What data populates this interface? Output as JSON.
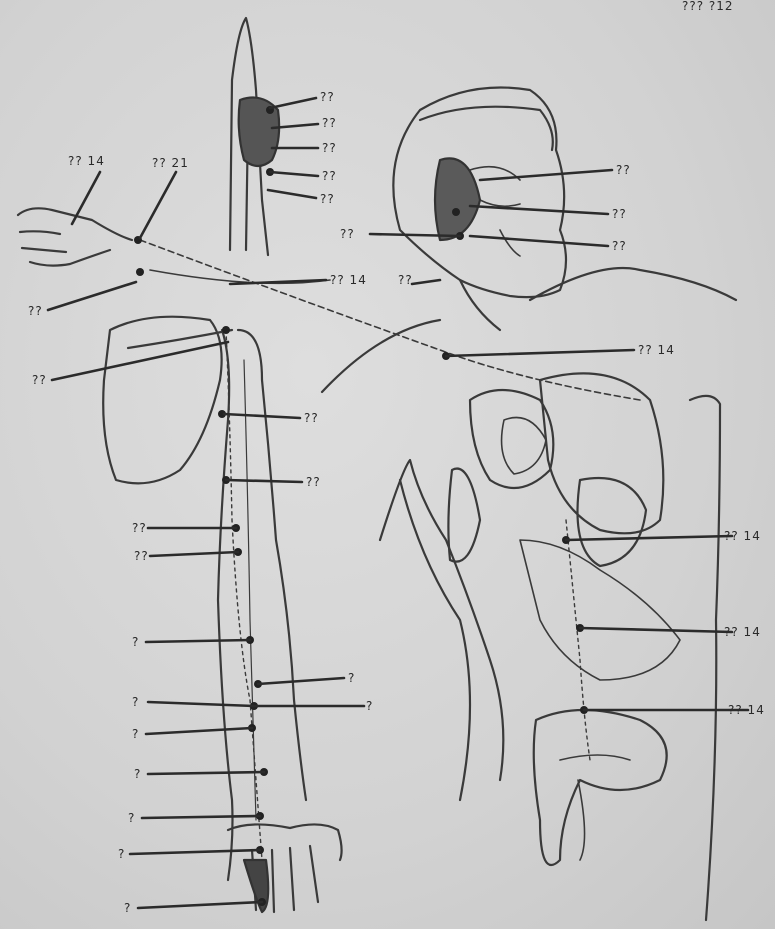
{
  "figure": {
    "corner_mark": "??? ?12",
    "leader_labels": [
      {
        "name": "label-upper-1",
        "text": "??"
      },
      {
        "name": "label-upper-2",
        "text": "??"
      },
      {
        "name": "label-upper-3",
        "text": "??"
      },
      {
        "name": "label-upper-4",
        "text": "??"
      },
      {
        "name": "label-upper-5",
        "text": "??"
      },
      {
        "name": "label-head-1",
        "text": "??"
      },
      {
        "name": "label-head-2",
        "text": "??"
      },
      {
        "name": "label-head-3",
        "text": "??"
      },
      {
        "name": "label-head-4",
        "text": "??"
      },
      {
        "name": "label-shoulder-1",
        "text": "?? 14"
      },
      {
        "name": "label-shoulder-2",
        "text": "?? 21"
      },
      {
        "name": "label-shoulder-3",
        "text": "??"
      },
      {
        "name": "label-shoulder-4",
        "text": "?? 14"
      },
      {
        "name": "label-shoulder-5",
        "text": "??"
      },
      {
        "name": "label-axilla",
        "text": "??"
      },
      {
        "name": "label-chest",
        "text": "?? 14"
      },
      {
        "name": "label-arm-1",
        "text": "??"
      },
      {
        "name": "label-arm-2",
        "text": "??"
      },
      {
        "name": "label-forearm-1",
        "text": "??"
      },
      {
        "name": "label-forearm-2",
        "text": "??"
      },
      {
        "name": "label-forearm-3",
        "text": "?"
      },
      {
        "name": "label-forearm-4",
        "text": "?"
      },
      {
        "name": "label-forearm-5",
        "text": "?"
      },
      {
        "name": "label-forearm-6",
        "text": "?"
      },
      {
        "name": "label-forearm-7",
        "text": "?"
      },
      {
        "name": "label-forearm-8",
        "text": "?"
      },
      {
        "name": "label-forearm-9",
        "text": "?"
      },
      {
        "name": "label-forearm-10",
        "text": "?"
      },
      {
        "name": "label-forearm-11",
        "text": "?"
      },
      {
        "name": "label-abdomen-1",
        "text": "?? 14"
      },
      {
        "name": "label-abdomen-2",
        "text": "?? 14"
      },
      {
        "name": "label-abdomen-3",
        "text": "?? 14"
      }
    ]
  }
}
